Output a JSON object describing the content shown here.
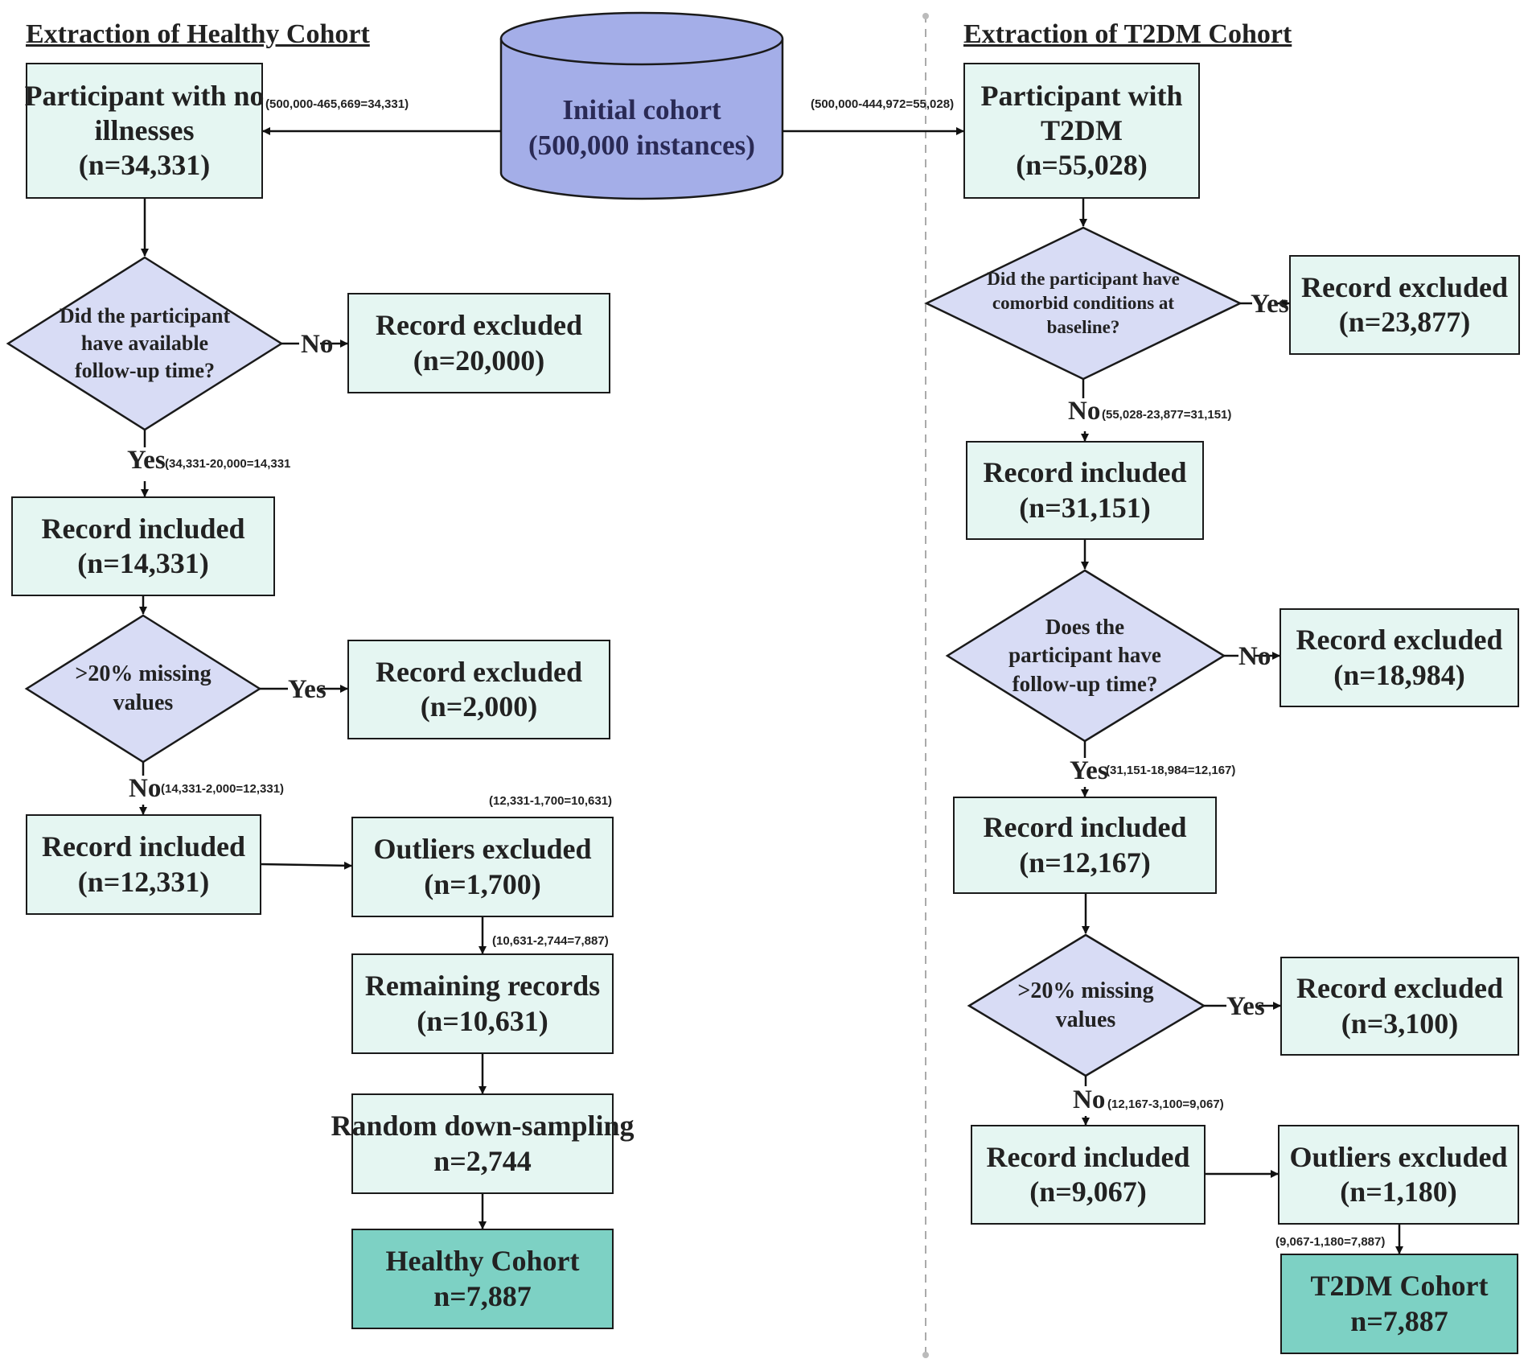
{
  "titles": {
    "healthy": "Extraction of Healthy Cohort",
    "t2dm": "Extraction of T2DM Cohort"
  },
  "initial": {
    "line1": "Initial cohort",
    "line2": "(500,000 instances)"
  },
  "calcs": {
    "to_healthy": "(500,000-465,669=34,331)",
    "to_t2dm": "(500,000-444,972=55,028)",
    "h_yes_followup": "(34,331-20,000=14,331",
    "h_no_missing": "(14,331-2,000=12,331)",
    "h_outliers": "(12,331-1,700=10,631)",
    "h_remaining": "(10,631-2,744=7,887)",
    "t_no_comorbid": "(55,028-23,877=31,151)",
    "t_yes_followup": "(31,151-18,984=12,167)",
    "t_no_missing": "(12,167-3,100=9,067)",
    "t_outliers": "(9,067-1,180=7,887)"
  },
  "healthy": {
    "participant": {
      "line1": "Participant with no",
      "line2": "illnesses",
      "line3": "(n=34,331)"
    },
    "q_followup": {
      "line1": "Did the participant",
      "line2": "have available",
      "line3": "follow-up time?"
    },
    "excl_followup": {
      "line1": "Record excluded",
      "line2": "(n=20,000)"
    },
    "incl_1": {
      "line1": "Record included",
      "line2": "(n=14,331)"
    },
    "q_missing": {
      "line1": ">20% missing",
      "line2": "values"
    },
    "excl_missing": {
      "line1": "Record excluded",
      "line2": "(n=2,000)"
    },
    "incl_2": {
      "line1": "Record included",
      "line2": "(n=12,331)"
    },
    "outliers": {
      "line1": "Outliers excluded",
      "line2": "(n=1,700)"
    },
    "remaining": {
      "line1": "Remaining records",
      "line2": "(n=10,631)"
    },
    "downsample": {
      "line1": "Random down-sampling",
      "line2": "n=2,744"
    },
    "final": {
      "line1": "Healthy Cohort",
      "line2": "n=7,887"
    }
  },
  "t2dm": {
    "participant": {
      "line1": "Participant with",
      "line2": "T2DM",
      "line3": "(n=55,028)"
    },
    "q_comorbid": {
      "line1": "Did the participant have",
      "line2": "comorbid conditions at",
      "line3": "baseline?"
    },
    "excl_comorbid": {
      "line1": "Record excluded",
      "line2": "(n=23,877)"
    },
    "incl_1": {
      "line1": "Record included",
      "line2": "(n=31,151)"
    },
    "q_followup": {
      "line1": "Does the",
      "line2": "participant have",
      "line3": "follow-up time?"
    },
    "excl_followup": {
      "line1": "Record excluded",
      "line2": "(n=18,984)"
    },
    "incl_2": {
      "line1": "Record included",
      "line2": "(n=12,167)"
    },
    "q_missing": {
      "line1": ">20% missing",
      "line2": "values"
    },
    "excl_missing": {
      "line1": "Record excluded",
      "line2": "(n=3,100)"
    },
    "incl_3": {
      "line1": "Record included",
      "line2": "(n=9,067)"
    },
    "outliers": {
      "line1": "Outliers excluded",
      "line2": "(n=1,180)"
    },
    "final": {
      "line1": "T2DM Cohort",
      "line2": "n=7,887"
    }
  },
  "labels": {
    "yes": "Yes",
    "no": "No"
  },
  "colors": {
    "box": "#e5f6f2",
    "final": "#7dd1c4",
    "diamond": "#d8dcf5",
    "database": "#a4aee8"
  }
}
